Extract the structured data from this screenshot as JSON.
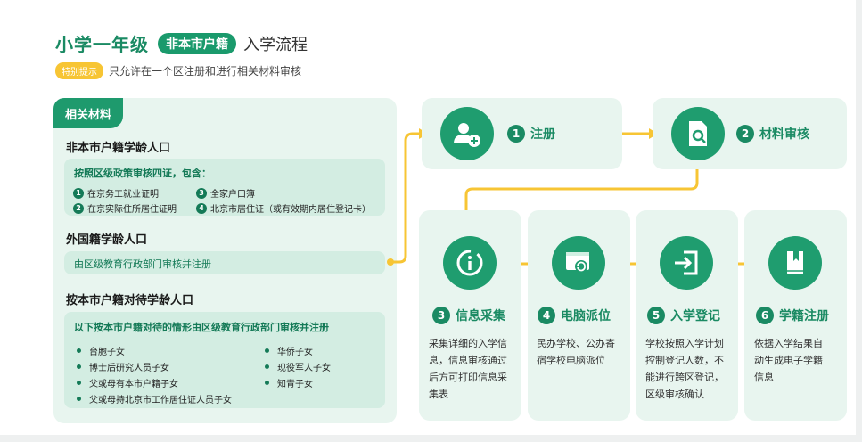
{
  "header": {
    "title_main": "小学一年级",
    "title_badge": "非本市户籍",
    "title_sub": "入学流程",
    "tip_badge": "特别提示",
    "tip_text": "只允许在一个区注册和进行相关材料审核"
  },
  "materials": {
    "tab": "相关材料",
    "non_local": {
      "title": "非本市户籍学龄人口",
      "head": "按照区级政策审核四证，包含：",
      "items": [
        {
          "num": "1",
          "text": "在京务工就业证明"
        },
        {
          "num": "2",
          "text": "在京实际住所居住证明"
        },
        {
          "num": "3",
          "text": "全家户口簿"
        },
        {
          "num": "4",
          "text": "北京市居住证（或有效期内居住登记卡）"
        }
      ]
    },
    "foreign": {
      "title": "外国籍学龄人口",
      "text": "由区级教育行政部门审核并注册"
    },
    "treated_local": {
      "title": "按本市户籍对待学龄人口",
      "head": "以下按本市户籍对待的情形由区级教育行政部门审核并注册",
      "items": [
        "台胞子女",
        "博士后研究人员子女",
        "父或母有本市户籍子女",
        "父或母持北京市工作居住证人员子女",
        "华侨子女",
        "现役军人子女",
        "知青子女"
      ]
    }
  },
  "steps": [
    {
      "num": "1",
      "name": "注册",
      "icon": "add-user-icon",
      "desc": []
    },
    {
      "num": "2",
      "name": "材料审核",
      "icon": "document-search-icon",
      "desc": []
    },
    {
      "num": "3",
      "name": "信息采集",
      "icon": "info-sync-icon",
      "desc": [
        "采集详细的入学信",
        "息，信息审核通过",
        "后方可打印信息采",
        "集表"
      ]
    },
    {
      "num": "4",
      "name": "电脑派位",
      "icon": "computer-refresh-icon",
      "desc": [
        "民办学校、公办寄",
        "宿学校电脑派位"
      ]
    },
    {
      "num": "5",
      "name": "入学登记",
      "icon": "login-enter-icon",
      "desc": [
        "学校按照入学计划",
        "控制登记人数，不",
        "能进行跨区登记，",
        "区级审核确认"
      ]
    },
    {
      "num": "6",
      "name": "学籍注册",
      "icon": "book-icon",
      "desc": [
        "依据入学结果自",
        "动生成电子学籍",
        "信息"
      ]
    }
  ],
  "colors": {
    "accent": "#1a8a63",
    "icon_green": "#1f9d6f",
    "panel_bg": "#e8f5ef",
    "arrow_yellow": "#f7c534"
  }
}
